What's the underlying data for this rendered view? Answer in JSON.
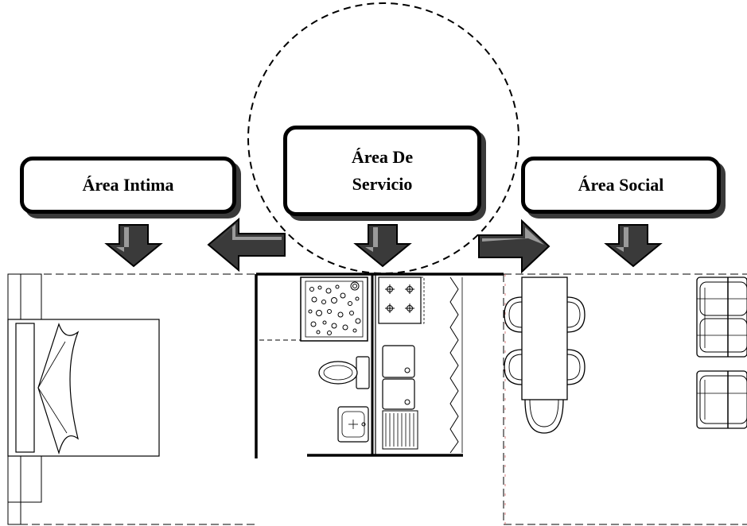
{
  "labels": {
    "intima": "Área Intima",
    "servicio_line1": "Área De",
    "servicio_line2": "Servicio",
    "social": "Área Social"
  },
  "icons": [
    "arrow-down-icon",
    "arrow-left-icon",
    "arrow-right-icon",
    "bed-icon",
    "shower-icon",
    "toilet-icon",
    "sink-icon",
    "stove-icon",
    "dining-table-icon",
    "chair-icon",
    "sofa-icon"
  ],
  "colors": {
    "line": "#000000",
    "arrow_fill": "#3a3a3a",
    "arrow_highlight": "#9a9a9a",
    "dashed_red": "#d06060"
  }
}
